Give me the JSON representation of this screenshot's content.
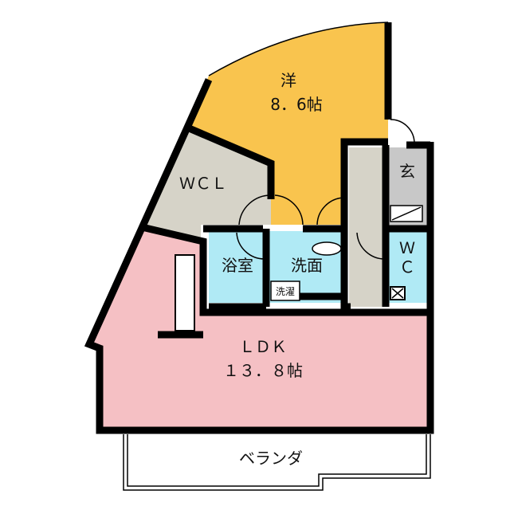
{
  "colors": {
    "western_room": "#F9C44E",
    "closet": "#D6D3C8",
    "ldk": "#F5C0C4",
    "water": "#B0EAF5",
    "hallway": "#D6D3C8",
    "entrance": "#C8C8C8"
  },
  "rooms": {
    "western": {
      "name": "洋",
      "size": "8．6帖"
    },
    "wcl": {
      "name": "ＷＣＬ"
    },
    "bath": {
      "name": "浴室"
    },
    "washroom": {
      "name": "洗面"
    },
    "laundry": {
      "name": "洗濯"
    },
    "entrance": {
      "name": "玄"
    },
    "wc": {
      "line1": "Ｗ",
      "line2": "Ｃ"
    },
    "ldk": {
      "name": "ＬＤＫ",
      "size": "１３．８帖"
    },
    "veranda": {
      "name": "ベランダ"
    }
  }
}
